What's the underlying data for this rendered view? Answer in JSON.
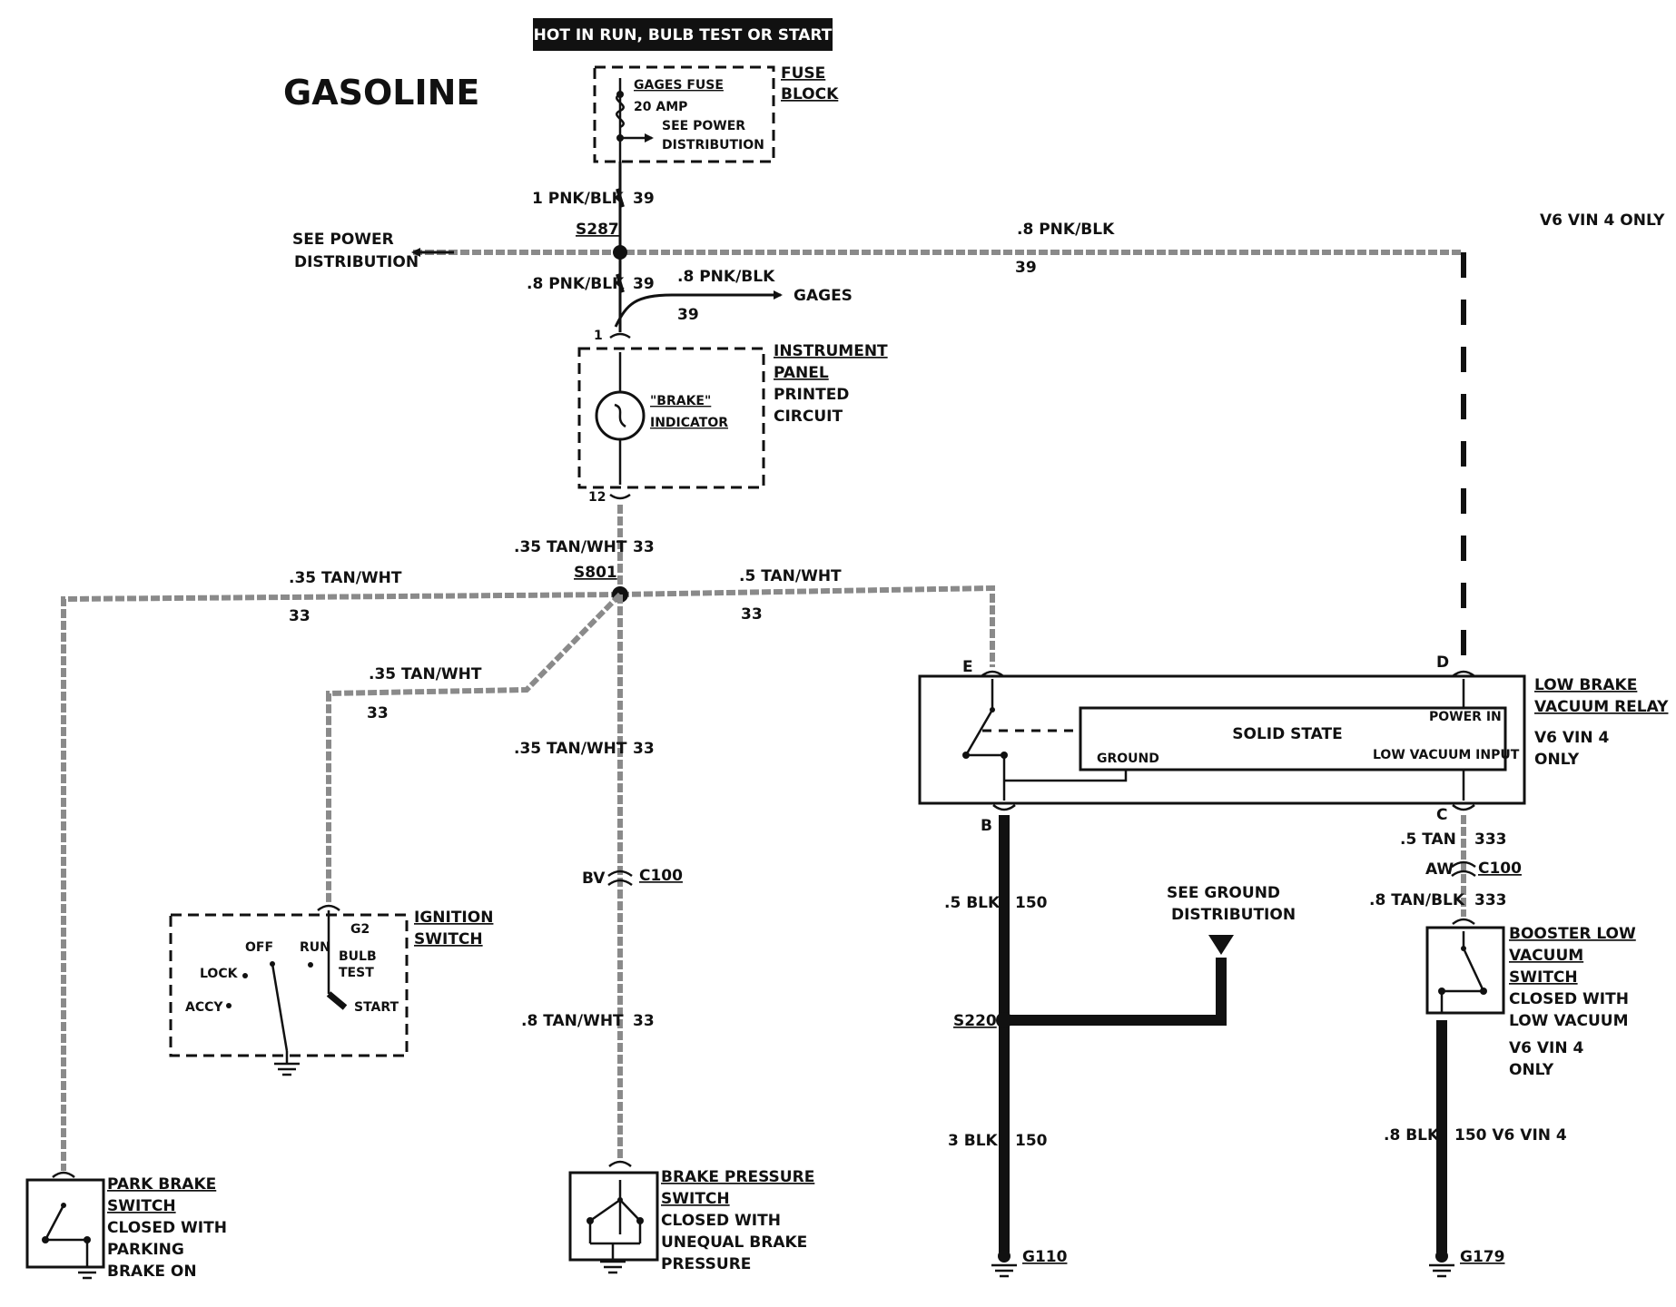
{
  "header": {
    "title": "GASOLINE",
    "power_condition": "HOT IN RUN, BULB TEST OR START",
    "variant_note": "V6 VIN 4 ONLY"
  },
  "fuse": {
    "name": "GAGES FUSE",
    "rating": "20 AMP",
    "note_line1": "SEE POWER",
    "note_line2": "DISTRIBUTION",
    "block_line1": "FUSE",
    "block_line2": "BLOCK"
  },
  "splices": {
    "s287": "S287",
    "s801": "S801",
    "s220": "S220"
  },
  "wires": {
    "w1_gauge": "1 PNK/BLK",
    "w1_circuit": "39",
    "w_relay_feed_gauge": ".8 PNK/BLK",
    "w_relay_feed_circuit": "39",
    "w_ip_gauge": ".8 PNK/BLK",
    "w_ip_circuit": "39",
    "w_gages_gauge": ".8 PNK/BLK",
    "w_gages_circuit": "39",
    "w_ind_out_gauge": ".35 TAN/WHT",
    "w_ind_out_circuit": "33",
    "w_left_gauge": ".35 TAN/WHT",
    "w_left_circuit": "33",
    "w_right_gauge": ".5 TAN/WHT",
    "w_right_circuit": "33",
    "w_ign_gauge": ".35 TAN/WHT",
    "w_ign_circuit": "33",
    "w_center_gauge": ".35 TAN/WHT",
    "w_center_circuit": "33",
    "w_center2_gauge": ".8 TAN/WHT",
    "w_center2_circuit": "33",
    "w_relay_b_gauge": ".5 BLK",
    "w_relay_b_circuit": "150",
    "w_ground_gauge": "3 BLK",
    "w_ground_circuit": "150",
    "w_relay_c_gauge": ".5 TAN",
    "w_relay_c_circuit": "333",
    "w_booster_gauge": ".8 TAN/BLK",
    "w_booster_circuit": "333",
    "w_booster_gnd_gauge": ".8 BLK",
    "w_booster_gnd_circuit": "150 V6 VIN 4"
  },
  "destinations": {
    "power_dist_line1": "SEE POWER",
    "power_dist_line2": "DISTRIBUTION",
    "gages": "GAGES",
    "ground_dist_line1": "SEE GROUND",
    "ground_dist_line2": "DISTRIBUTION"
  },
  "instrument_panel": {
    "line1": "INSTRUMENT",
    "line2": "PANEL",
    "line3": "PRINTED",
    "line4": "CIRCUIT",
    "indicator_line1": "\"BRAKE\"",
    "indicator_line2": "INDICATOR",
    "pin_top": "1",
    "pin_bottom": "12"
  },
  "ignition_switch": {
    "line1": "IGNITION",
    "line2": "SWITCH",
    "terminal": "G2",
    "lock": "LOCK",
    "accy": "ACCY",
    "off": "OFF",
    "run": "RUN",
    "bulb": "BULB",
    "test": "TEST",
    "start": "START"
  },
  "connectors": {
    "c100_left": "C100",
    "c100_left_pin": "BV",
    "c100_right": "C100",
    "c100_right_pin": "AW"
  },
  "relay": {
    "line1": "LOW BRAKE",
    "line2": "VACUUM RELAY",
    "variant1": "V6 VIN 4",
    "variant2": "ONLY",
    "solid_state": "SOLID STATE",
    "power_in": "POWER IN",
    "ground": "GROUND",
    "low_vacuum_input": "LOW VACUUM INPUT",
    "pin_e": "E",
    "pin_d": "D",
    "pin_b": "B",
    "pin_c": "C"
  },
  "park_brake": {
    "line1": "PARK BRAKE",
    "line2": "SWITCH",
    "line3": "CLOSED WITH",
    "line4": "PARKING",
    "line5": "BRAKE ON"
  },
  "brake_pressure": {
    "line1": "BRAKE PRESSURE",
    "line2": "SWITCH",
    "line3": "CLOSED WITH",
    "line4": "UNEQUAL BRAKE",
    "line5": "PRESSURE"
  },
  "booster": {
    "line1": "BOOSTER LOW",
    "line2": "VACUUM",
    "line3": "SWITCH",
    "line4": "CLOSED WITH",
    "line5": "LOW VACUUM",
    "line6": "V6 VIN 4",
    "line7": "ONLY"
  },
  "grounds": {
    "g110": "G110",
    "g179": "G179"
  }
}
